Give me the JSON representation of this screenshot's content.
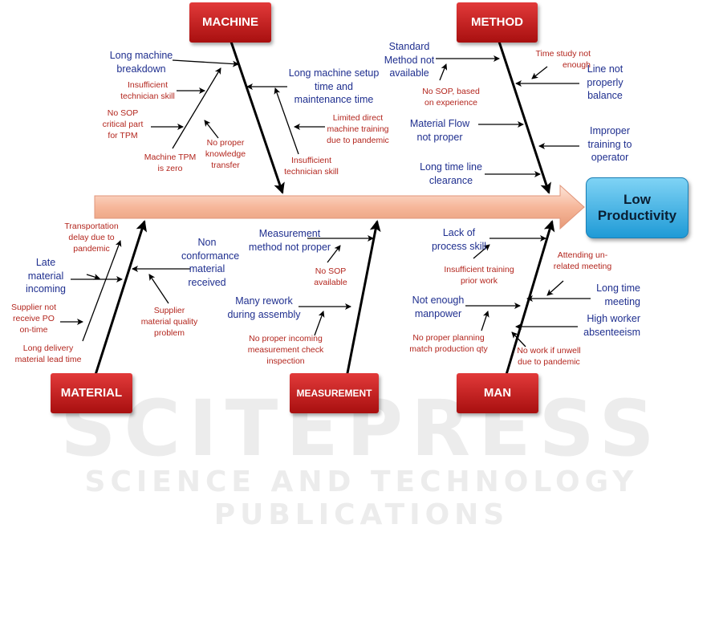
{
  "effect": "Low\nProductivity",
  "categories": {
    "machine": "MACHINE",
    "method": "METHOD",
    "material": "MATERIAL",
    "measurement": "MEASUREMENT",
    "man": "MAN"
  },
  "causes": {
    "machine": {
      "long_breakdown": "Long machine\nbreakdown",
      "insufficient_skill_1": "Insufficient\ntechnician skill",
      "no_sop_critical": "No SOP\ncritical part\nfor TPM",
      "machine_tpm_zero": "Machine TPM\nis zero",
      "no_proper_knowledge": "No proper\nknowledge\ntransfer",
      "setup_time": "Long machine setup\ntime and\nmaintenance time",
      "limited_training": "Limited direct\nmachine training\ndue to pandemic",
      "insufficient_skill_2": "Insufficient\ntechnician skill"
    },
    "method": {
      "standard_method": "Standard\nMethod not\navailable",
      "no_sop_experience": "No SOP, based\non experience",
      "time_study": "Time study not\nenough",
      "line_balance": "Line not\nproperly\nbalance",
      "material_flow": "Material Flow\nnot proper",
      "improper_training": "Improper\ntraining to\noperator",
      "line_clearance": "Long time line\nclearance"
    },
    "material": {
      "transport_delay": "Transportation\ndelay due to\npandemic",
      "late_material": "Late\nmaterial\nincoming",
      "supplier_po": "Supplier not\nreceive PO\non-time",
      "long_delivery": "Long delivery\nmaterial lead time",
      "non_conformance": "Non\nconformance\nmaterial\nreceived",
      "supplier_quality": "Supplier\nmaterial quality\nproblem"
    },
    "measurement": {
      "method_not_proper": "Measurement\nmethod not proper",
      "no_sop": "No SOP\navailable",
      "rework": "Many rework\nduring assembly",
      "no_incoming_check": "No proper incoming\nmeasurement check\ninspection"
    },
    "man": {
      "lack_skill": "Lack of\nprocess skill",
      "insufficient_training": "Insufficient training\nprior work",
      "attending_meeting": "Attending un-\nrelated meeting",
      "long_meeting": "Long time\nmeeting",
      "not_enough_manpower": "Not enough\nmanpower",
      "no_planning": "No proper planning\nmatch production qty",
      "absenteeism": "High worker\nabsenteeism",
      "no_work_unwell": "No work if unwell\ndue to pandemic"
    }
  },
  "watermark": {
    "main": "SCITEPRESS",
    "sub": "SCIENCE AND TECHNOLOGY PUBLICATIONS"
  },
  "colors": {
    "category_box": "#c01818",
    "effect_box": "#3aaee6",
    "spine": "#f6b79a",
    "cause_text": "#1f2f8f",
    "sub_cause_text": "#b3261e"
  }
}
